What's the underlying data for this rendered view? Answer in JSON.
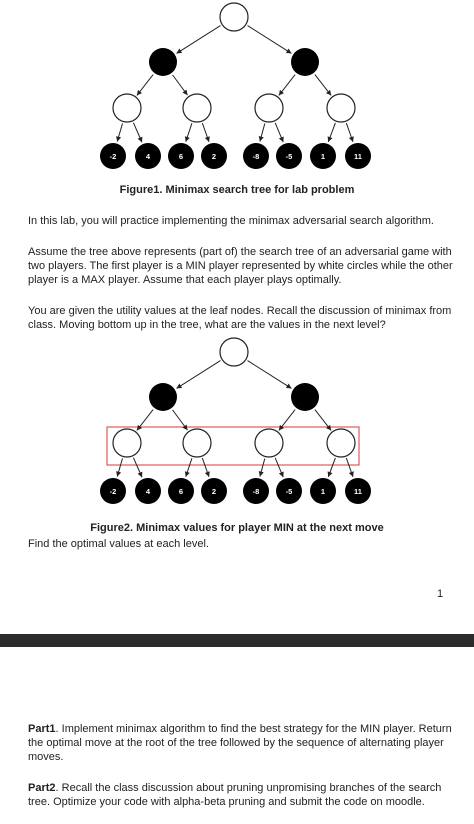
{
  "figure1": {
    "caption": "Figure1. Minimax search tree for lab problem",
    "leaves": [
      "-2",
      "4",
      "6",
      "2",
      "-8",
      "-5",
      "1",
      "11"
    ]
  },
  "intro": "In this lab, you will practice implementing the minimax adversarial search algorithm.",
  "assumption": "Assume the tree above represents (part of) the search tree of an adversarial game with two players. The first player is a MIN player represented by white circles while the other player is a MAX player. Assume that each player plays optimally.",
  "question": "You are given the utility values at the leaf nodes. Recall the discussion of minimax from class. Moving bottom up in the tree, what are the values in the next level?",
  "figure2": {
    "caption": "Figure2. Minimax values for player MIN at the next move",
    "leaves": [
      "-2",
      "4",
      "6",
      "2",
      "-8",
      "-5",
      "1",
      "11"
    ],
    "highlight_color": "#e05a5a"
  },
  "find_text": "Find the optimal values at each level.",
  "page_number": "1",
  "part1": {
    "label": "Part1",
    "text": ". Implement minimax algorithm to find the best strategy for the MIN player. Return the optimal move at the root of the tree followed by the sequence of alternating player moves."
  },
  "part2": {
    "label": "Part2",
    "text": ". Recall the class discussion about pruning unpromising branches of the search tree.  Optimize your code with alpha-beta pruning and submit the code on moodle."
  }
}
